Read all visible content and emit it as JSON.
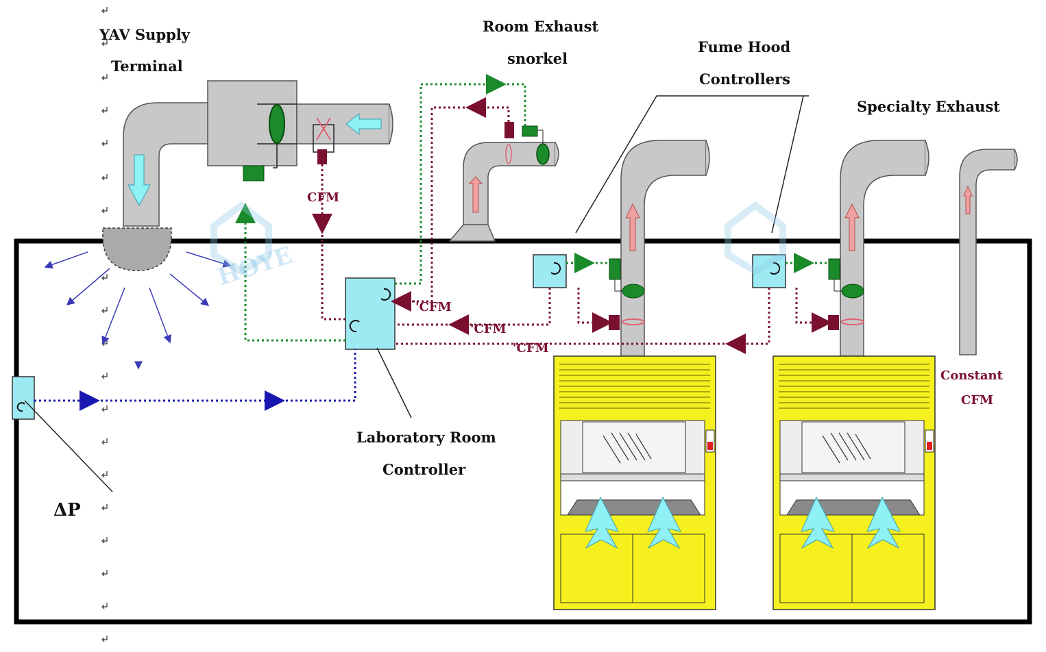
{
  "labels": {
    "vav_line1": "YAV Supply",
    "vav_line2": "Terminal",
    "snorkel_line1": "Room Exhaust",
    "snorkel_line2": "snorkel",
    "fhc_line1": "Fume Hood",
    "fhc_line2": "Controllers",
    "specialty": "Specialty Exhaust",
    "lab_line1": "Laboratory Room",
    "lab_line2": "Controller",
    "constant_line1": "Constant",
    "constant_line2": "CFM",
    "delta_p": "ΔP"
  },
  "flow_labels": {
    "cfm_supply": "CFM",
    "cfm_1": "'CFM",
    "cfm_2": "'CFM",
    "cfm_3": "'CFM"
  },
  "watermark": "HOYE",
  "colors": {
    "duct": "#c8c8c8",
    "controller": "#9eeaf2",
    "hood": "#f5f01e",
    "signal_green": "#1a8a2a",
    "signal_red": "#7a1030",
    "signal_blue": "#1818b0",
    "air_arrow": "#8ff0f5",
    "exhaust_arrow": "#f0a0a0"
  },
  "icons": [
    "damper-icon",
    "actuator-icon",
    "flow-sensor-icon",
    "airflow-arrow-icon"
  ]
}
